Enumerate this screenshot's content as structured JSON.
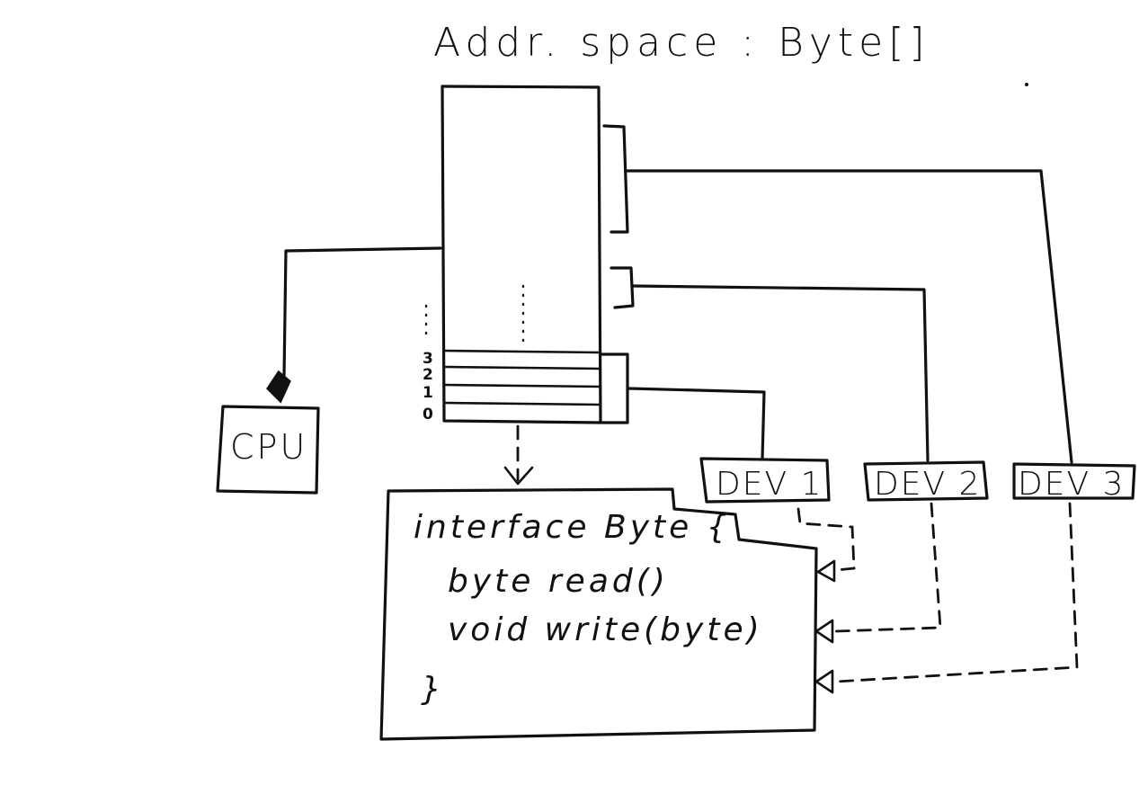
{
  "title": "Addr. space : Byte[]",
  "cpu": {
    "label": "CPU"
  },
  "address_space": {
    "indices": [
      "3",
      "2",
      "1",
      "0"
    ]
  },
  "devices": [
    {
      "label": "DEV 1"
    },
    {
      "label": "DEV 2"
    },
    {
      "label": "DEV 3"
    }
  ],
  "interface": {
    "header": "interface Byte {",
    "methods": [
      "byte read()",
      "void write(byte)"
    ],
    "closing": "}"
  }
}
